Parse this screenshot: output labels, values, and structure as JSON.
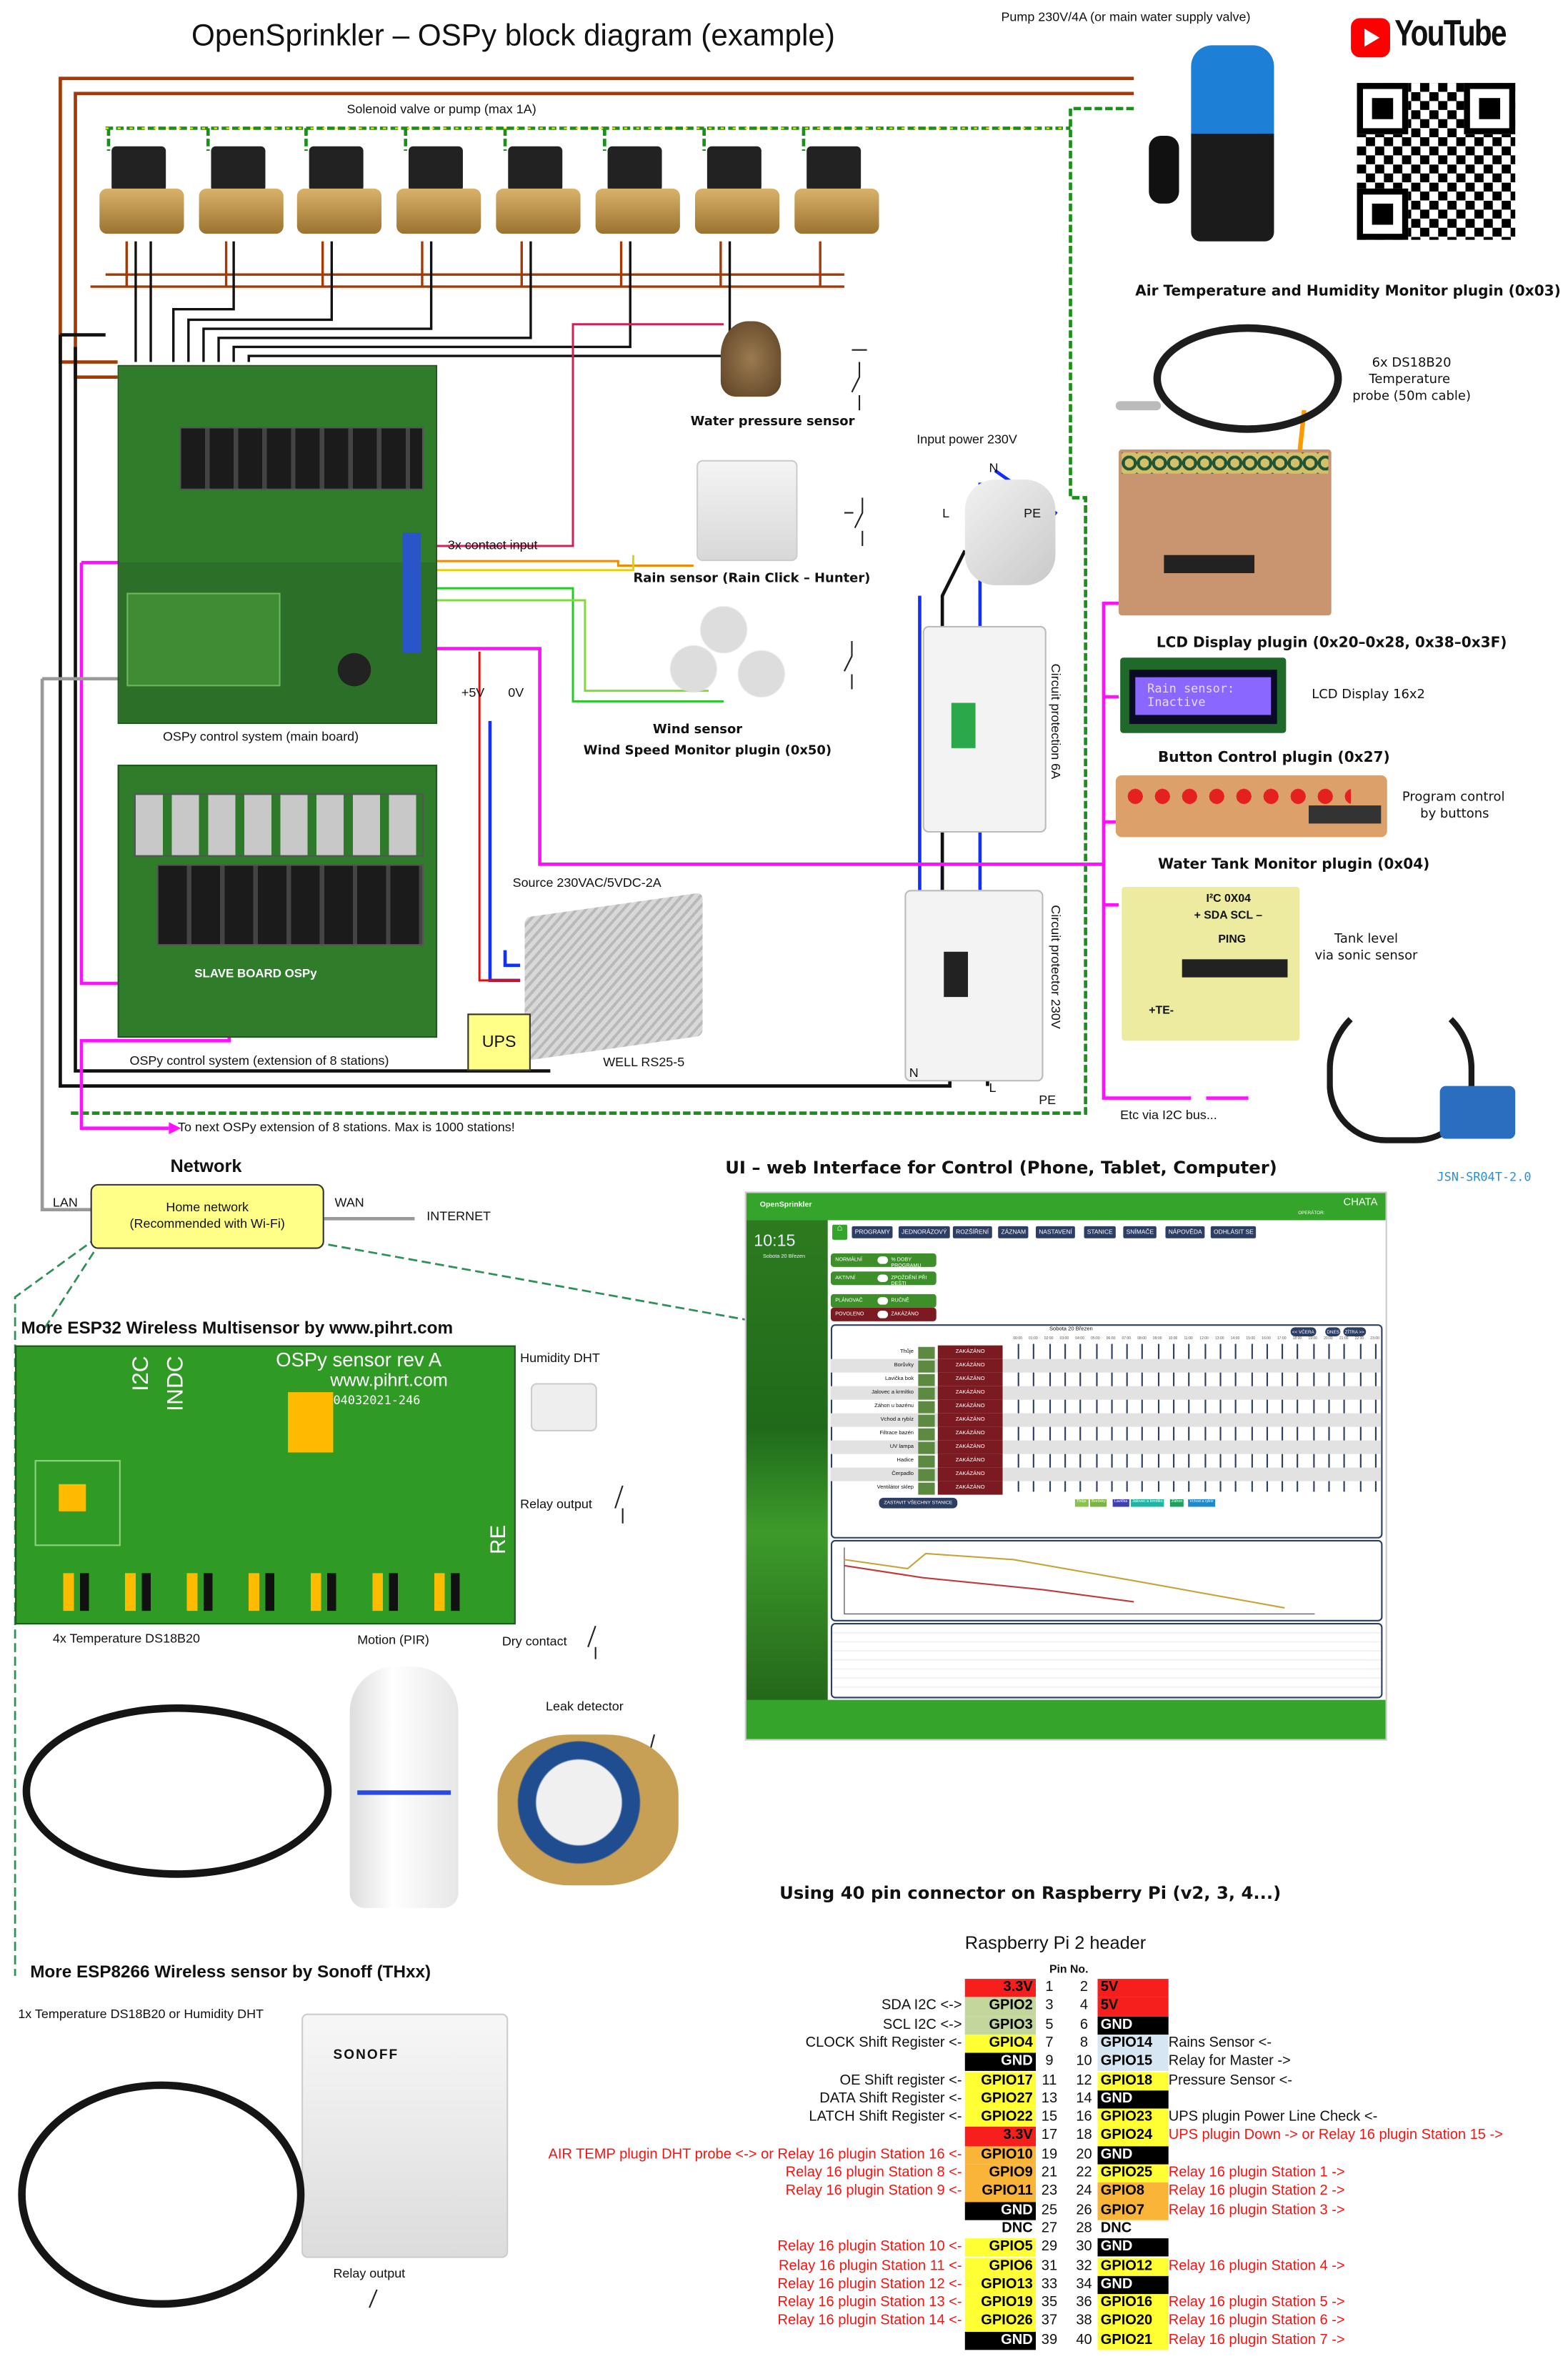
{
  "title": "OpenSprinkler – OSPy block diagram (example)",
  "pump_label": "Pump 230V/4A (or main water supply valve)",
  "youtube_label": "YouTube",
  "solenoid_label": "Solenoid valve or pump (max 1A)",
  "main_board_label": "OSPy control system (main board)",
  "slave_board_label": "OSPy control system (extension of 8 stations)",
  "slave_board_silk": "SLAVE BOARD OSPy",
  "water_pressure_label": "Water pressure sensor",
  "contact_input_label": "3x contact input",
  "input_power_label": "Input power 230V",
  "rain_sensor_label": "Rain sensor (Rain Click – Hunter)",
  "wind_sensor_label": "Wind sensor",
  "wind_plugin_label": "Wind Speed Monitor plugin (0x50)",
  "plus5v": "+5V",
  "zero_v": "0V",
  "source_label": "Source 230VAC/5VDC-2A",
  "psu_model": "WELL RS25-5",
  "ups_label": "UPS",
  "circuit_protection_6a": "Circuit protection 6A",
  "circuit_protector_230v": "Circuit protector 230V",
  "wire": {
    "n": "N",
    "l": "L",
    "pe": "PE"
  },
  "next_ext_label": "To next OSPy extension of 8 stations. Max is 1000 stations!",
  "plugins": {
    "air_temp_title": "Air Temperature and Humidity Monitor plugin (0x03)",
    "probe_line1": "6x DS18B20",
    "probe_line2": "Temperature",
    "probe_line3": "probe (50m cable)",
    "lcd_title": "LCD Display plugin (0x20–0x28, 0x38–0x3F)",
    "lcd_screen_line1": "Rain sensor:",
    "lcd_screen_line2": "Inactive",
    "lcd_desc": "LCD Display 16x2",
    "button_title": "Button Control plugin (0x27)",
    "button_desc_line1": "Program control",
    "button_desc_line2": "by buttons",
    "tank_title": "Water Tank Monitor plugin (0x04)",
    "tank_silk1": "I²C 0X04",
    "tank_silk2": "+ SDA SCL –",
    "tank_silk3": "PING",
    "tank_silk4": "+TE-",
    "tank_desc_line1": "Tank level",
    "tank_desc_line2": "via sonic sensor",
    "etc_label": "Etc via I2C bus...",
    "sonic_model": "JSN-SR04T-2.0"
  },
  "network": {
    "title": "Network",
    "box_line1": "Home network",
    "box_line2": "(Recommended with Wi-Fi)",
    "lan": "LAN",
    "wan": "WAN",
    "internet": "INTERNET"
  },
  "ui": {
    "section_title": "UI – web Interface for Control (Phone, Tablet, Computer)",
    "brand": "OpenSprinkler",
    "site": "CHATA",
    "operator": "OPERÁTOR:",
    "clock": "10:15",
    "date": "Sobota 20 Březen",
    "nav": [
      "PROGRAMY",
      "JEDNORÁZOVÝ",
      "ROZŠÍŘENÍ",
      "ZÁZNAM",
      "NASTAVENÍ",
      "STANICE",
      "SNÍMAČE",
      "NÁPOVĚDA",
      "ODHLÁSIT SE"
    ],
    "toggles": [
      {
        "left": "NORMÁLNÍ",
        "right": "% DOBY PROGRAMU"
      },
      {
        "left": "AKTIVNÍ",
        "right": "ZPOŽDĚNÍ PŘI DEŠTI"
      },
      {
        "left": "PLÁNOVAČ",
        "right": "RUČNĚ"
      },
      {
        "left": "POVOLENO",
        "right": "ZAKÁZÁNO"
      }
    ],
    "timeline_date": "Sobota 20 Březen",
    "day_buttons": [
      "<< VČERA",
      "DNES",
      "ZÍTRA >>"
    ],
    "hours": [
      "00:00",
      "01:00",
      "02:00",
      "03:00",
      "04:00",
      "05:00",
      "06:00",
      "07:00",
      "08:00",
      "09:00",
      "10:00",
      "11:00",
      "12:00",
      "13:00",
      "14:00",
      "15:00",
      "16:00",
      "17:00",
      "18:00",
      "19:00",
      "20:00",
      "21:00",
      "22:00",
      "23:00"
    ],
    "stations": [
      "Thůje",
      "Borůvky",
      "Lavička bok",
      "Jalovec a krmítko",
      "Záhon u bazénu",
      "Vchod a rybíz",
      "Filtrace bazén",
      "UV lampa",
      "Hadice",
      "Čerpadlo",
      "Ventilátor sklep"
    ],
    "station_status": "ZAKÁZÁNO",
    "stop_button": "ZASTAVIT VŠECHNY STANICE",
    "legend": [
      "Thůje",
      "Borůvky",
      "Lavička",
      "Jalovec a krmítko",
      "Záhon",
      "Vchod a rybíz"
    ]
  },
  "esp32": {
    "title": "More ESP32 Wireless Multisensor by www.pihrt.com",
    "silk_title": "OSPy sensor rev A",
    "silk_url": "www.pihrt.com",
    "silk_serial": "04032021-246",
    "silk_i2c": "I2C",
    "silk_indc": "INDC",
    "silk_re": "RE",
    "humidity": "Humidity DHT",
    "relay_output": "Relay output",
    "temperature": "4x Temperature DS18B20",
    "motion": "Motion (PIR)",
    "dry_contact": "Dry contact",
    "leak": "Leak detector"
  },
  "esp8266": {
    "title": "More ESP8266 Wireless sensor by Sonoff (THxx)",
    "subtitle": "1x Temperature DS18B20 or Humidity DHT",
    "relay_output": "Relay output",
    "device_brand": "SONOFF"
  },
  "rpi": {
    "section_title": "Using 40 pin connector on Raspberry Pi (v2, 3, 4...)",
    "header_title": "Raspberry Pi 2 header",
    "pin_no_label": "Pin No.",
    "rows": [
      {
        "ll": "",
        "lp": "3.3V",
        "lt": "pwr3",
        "ln": "1",
        "rn": "2",
        "rp": "5V",
        "rt": "pwr5",
        "rl": "",
        "lc": "k",
        "rc": "k"
      },
      {
        "ll": "SDA I2C <->",
        "lp": "GPIO2",
        "lt": "i2c",
        "ln": "3",
        "rn": "4",
        "rp": "5V",
        "rt": "pwr5",
        "rl": "",
        "lc": "k",
        "rc": "k"
      },
      {
        "ll": "SCL I2C <->",
        "lp": "GPIO3",
        "lt": "i2c",
        "ln": "5",
        "rn": "6",
        "rp": "GND",
        "rt": "gnd",
        "rl": "",
        "lc": "k",
        "rc": "k"
      },
      {
        "ll": "CLOCK Shift Register <-",
        "lp": "GPIO4",
        "lt": "gpio",
        "ln": "7",
        "rn": "8",
        "rp": "GPIO14",
        "rt": "uart",
        "rl": "Rains Sensor <-",
        "lc": "k",
        "rc": "k"
      },
      {
        "ll": "",
        "lp": "GND",
        "lt": "gnd",
        "ln": "9",
        "rn": "10",
        "rp": "GPIO15",
        "rt": "uart",
        "rl": "Relay for Master ->",
        "lc": "k",
        "rc": "k"
      },
      {
        "ll": "OE Shift register <-",
        "lp": "GPIO17",
        "lt": "gpio",
        "ln": "11",
        "rn": "12",
        "rp": "GPIO18",
        "rt": "gpio",
        "rl": "Pressure Sensor <-",
        "lc": "k",
        "rc": "k"
      },
      {
        "ll": "DATA Shift Register <-",
        "lp": "GPIO27",
        "lt": "gpio",
        "ln": "13",
        "rn": "14",
        "rp": "GND",
        "rt": "gnd",
        "rl": "",
        "lc": "k",
        "rc": "k"
      },
      {
        "ll": "LATCH Shift Register <-",
        "lp": "GPIO22",
        "lt": "gpio",
        "ln": "15",
        "rn": "16",
        "rp": "GPIO23",
        "rt": "gpio",
        "rl": "UPS plugin Power Line Check <-",
        "lc": "k",
        "rc": "k"
      },
      {
        "ll": "",
        "lp": "3.3V",
        "lt": "pwr3",
        "ln": "17",
        "rn": "18",
        "rp": "GPIO24",
        "rt": "gpio",
        "rl": "UPS plugin Down -> or Relay 16 plugin Station 15 ->",
        "lc": "k",
        "rc": "r"
      },
      {
        "ll": "AIR TEMP plugin DHT probe <-> or Relay 16 plugin Station 16 <-",
        "lp": "GPIO10",
        "lt": "spi",
        "ln": "19",
        "rn": "20",
        "rp": "GND",
        "rt": "gnd",
        "rl": "",
        "lc": "r",
        "rc": "k"
      },
      {
        "ll": "Relay 16 plugin Station 8 <-",
        "lp": "GPIO9",
        "lt": "spi",
        "ln": "21",
        "rn": "22",
        "rp": "GPIO25",
        "rt": "gpio",
        "rl": "Relay 16 plugin Station 1 ->",
        "lc": "r",
        "rc": "r"
      },
      {
        "ll": "Relay 16 plugin Station 9 <-",
        "lp": "GPIO11",
        "lt": "spi",
        "ln": "23",
        "rn": "24",
        "rp": "GPIO8",
        "rt": "spi",
        "rl": "Relay 16 plugin Station 2 ->",
        "lc": "r",
        "rc": "r"
      },
      {
        "ll": "",
        "lp": "GND",
        "lt": "gnd",
        "ln": "25",
        "rn": "26",
        "rp": "GPIO7",
        "rt": "spi",
        "rl": "Relay 16 plugin Station 3 ->",
        "lc": "k",
        "rc": "r"
      },
      {
        "ll": "",
        "lp": "DNC",
        "lt": "dnc",
        "ln": "27",
        "rn": "28",
        "rp": "DNC",
        "rt": "dnc",
        "rl": "",
        "lc": "k",
        "rc": "k"
      },
      {
        "ll": "Relay 16 plugin Station 10 <-",
        "lp": "GPIO5",
        "lt": "gpio",
        "ln": "29",
        "rn": "30",
        "rp": "GND",
        "rt": "gnd",
        "rl": "",
        "lc": "r",
        "rc": "k"
      },
      {
        "ll": "Relay 16 plugin Station 11 <-",
        "lp": "GPIO6",
        "lt": "gpio",
        "ln": "31",
        "rn": "32",
        "rp": "GPIO12",
        "rt": "gpio",
        "rl": "Relay 16 plugin Station 4 ->",
        "lc": "r",
        "rc": "r"
      },
      {
        "ll": "Relay 16 plugin Station 12 <-",
        "lp": "GPIO13",
        "lt": "gpio",
        "ln": "33",
        "rn": "34",
        "rp": "GND",
        "rt": "gnd",
        "rl": "",
        "lc": "r",
        "rc": "k"
      },
      {
        "ll": "Relay 16 plugin Station 13 <-",
        "lp": "GPIO19",
        "lt": "gpio",
        "ln": "35",
        "rn": "36",
        "rp": "GPIO16",
        "rt": "gpio",
        "rl": "Relay 16 plugin Station 5 ->",
        "lc": "r",
        "rc": "r"
      },
      {
        "ll": "Relay 16 plugin Station 14 <-",
        "lp": "GPIO26",
        "lt": "gpio",
        "ln": "37",
        "rn": "38",
        "rp": "GPIO20",
        "rt": "gpio",
        "rl": "Relay 16 plugin Station 6 ->",
        "lc": "r",
        "rc": "r"
      },
      {
        "ll": "",
        "lp": "GND",
        "lt": "gnd",
        "ln": "39",
        "rn": "40",
        "rp": "GPIO21",
        "rt": "gpio",
        "rl": "Relay 16 plugin Station 7 ->",
        "lc": "k",
        "rc": "r"
      }
    ]
  },
  "colors": {
    "pwr3": "#f71e1e",
    "pwr5": "#f71e1e",
    "i2c": "#c3d69b",
    "gpio": "#ffff33",
    "uart": "#d6e6f3",
    "spi": "#fab437",
    "gnd": "#000000",
    "dnc": "#ffffff",
    "label_red": "#ff1010",
    "wire_brown": "#a33a06",
    "wire_green": "#1a8f1a",
    "wire_magenta": "#ff10ff",
    "wire_blue": "#1030ff",
    "network_box": "#ffff88",
    "ui_green": "#34a52a",
    "youtube_red": "#ff0000"
  }
}
